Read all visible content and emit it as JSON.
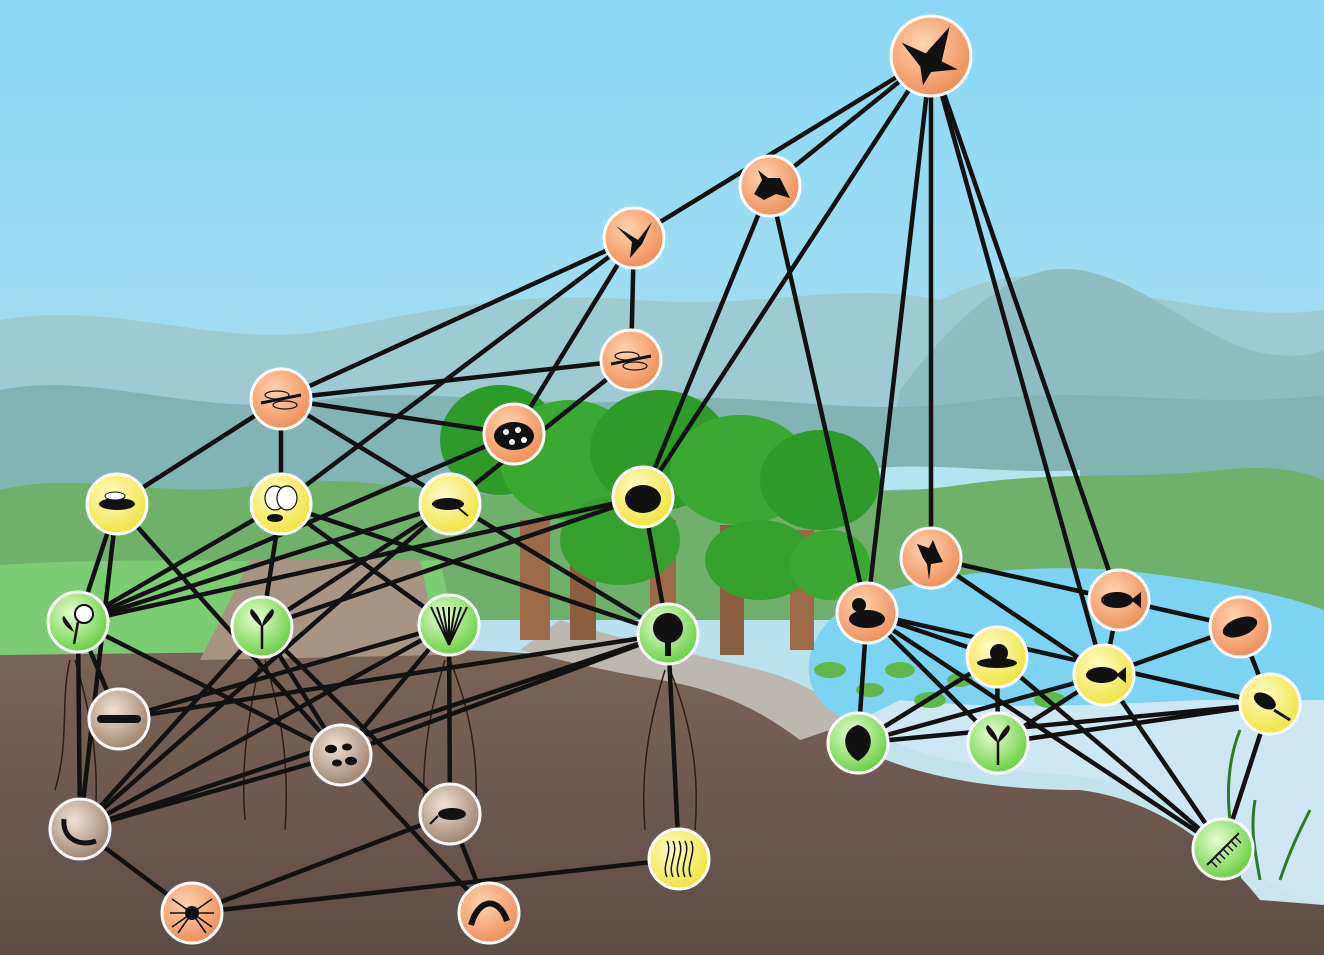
{
  "colors": {
    "predator": "#f4a06a",
    "primary_consumer": "#f6ee6a",
    "producer": "#9be07a",
    "decomposer": "#b8a08a",
    "link": "#111111",
    "sky": "#a8dcf2",
    "soil": "#6e5a50",
    "water": "#7dd3f2"
  },
  "nodes": [
    {
      "id": "eagle",
      "kind": "predator",
      "icon": "eagle-icon"
    },
    {
      "id": "fox",
      "kind": "predator",
      "icon": "fox-icon"
    },
    {
      "id": "swallow",
      "kind": "predator",
      "icon": "swallow-icon"
    },
    {
      "id": "dragonfly",
      "kind": "predator",
      "icon": "dragonfly-icon"
    },
    {
      "id": "ladybird",
      "kind": "predator",
      "icon": "ladybird-icon"
    },
    {
      "id": "lacewing",
      "kind": "predator",
      "icon": "lacewing-icon"
    },
    {
      "id": "hedgehog",
      "kind": "primary_consumer",
      "icon": "hedgehog-icon"
    },
    {
      "id": "wasp",
      "kind": "primary_consumer",
      "icon": "wasp-icon"
    },
    {
      "id": "butterfly",
      "kind": "primary_consumer",
      "icon": "butterfly-icon"
    },
    {
      "id": "grasshopper",
      "kind": "primary_consumer",
      "icon": "grasshopper-icon"
    },
    {
      "id": "flower",
      "kind": "producer",
      "icon": "flower-icon"
    },
    {
      "id": "seedling",
      "kind": "producer",
      "icon": "seedling-icon"
    },
    {
      "id": "grass",
      "kind": "producer",
      "icon": "grass-icon"
    },
    {
      "id": "tree",
      "kind": "producer",
      "icon": "tree-icon"
    },
    {
      "id": "millipede",
      "kind": "decomposer",
      "icon": "millipede-icon"
    },
    {
      "id": "microbes",
      "kind": "decomposer",
      "icon": "microbes-icon"
    },
    {
      "id": "worm",
      "kind": "decomposer",
      "icon": "worm-icon"
    },
    {
      "id": "springtail",
      "kind": "decomposer",
      "icon": "springtail-icon"
    },
    {
      "id": "fungi",
      "kind": "primary_consumer",
      "icon": "fungi-icon"
    },
    {
      "id": "spider",
      "kind": "predator",
      "icon": "spider-icon"
    },
    {
      "id": "centipede",
      "kind": "predator",
      "icon": "centipede-icon"
    },
    {
      "id": "heron",
      "kind": "predator",
      "icon": "heron-icon"
    },
    {
      "id": "duck",
      "kind": "predator",
      "icon": "duck-icon"
    },
    {
      "id": "pike",
      "kind": "predator",
      "icon": "pike-icon"
    },
    {
      "id": "water-beetle",
      "kind": "predator",
      "icon": "water-beetle-icon"
    },
    {
      "id": "snail",
      "kind": "primary_consumer",
      "icon": "snail-icon"
    },
    {
      "id": "fish",
      "kind": "primary_consumer",
      "icon": "fish-icon"
    },
    {
      "id": "tadpole",
      "kind": "primary_consumer",
      "icon": "tadpole-icon"
    },
    {
      "id": "leaf-plant",
      "kind": "producer",
      "icon": "leaf-plant-icon"
    },
    {
      "id": "water-seedling",
      "kind": "producer",
      "icon": "water-seedling-icon"
    },
    {
      "id": "pondweed",
      "kind": "producer",
      "icon": "pondweed-icon"
    }
  ],
  "links": [
    [
      "eagle",
      "fox"
    ],
    [
      "eagle",
      "swallow"
    ],
    [
      "eagle",
      "hedgehog"
    ],
    [
      "eagle",
      "heron"
    ],
    [
      "eagle",
      "duck"
    ],
    [
      "eagle",
      "pike"
    ],
    [
      "eagle",
      "fish"
    ],
    [
      "fox",
      "hedgehog"
    ],
    [
      "fox",
      "duck"
    ],
    [
      "swallow",
      "dragonfly"
    ],
    [
      "swallow",
      "lacewing"
    ],
    [
      "swallow",
      "butterfly"
    ],
    [
      "swallow",
      "ladybird"
    ],
    [
      "dragonfly",
      "lacewing"
    ],
    [
      "dragonfly",
      "grasshopper"
    ],
    [
      "lacewing",
      "wasp"
    ],
    [
      "lacewing",
      "butterfly"
    ],
    [
      "lacewing",
      "ladybird"
    ],
    [
      "lacewing",
      "tree"
    ],
    [
      "ladybird",
      "flower"
    ],
    [
      "hedgehog",
      "seedling"
    ],
    [
      "hedgehog",
      "flower"
    ],
    [
      "hedgehog",
      "tree"
    ],
    [
      "wasp",
      "flower"
    ],
    [
      "wasp",
      "worm"
    ],
    [
      "wasp",
      "microbes"
    ],
    [
      "butterfly",
      "grass"
    ],
    [
      "butterfly",
      "seedling"
    ],
    [
      "butterfly",
      "flower"
    ],
    [
      "butterfly",
      "tree"
    ],
    [
      "grasshopper",
      "seedling"
    ],
    [
      "grasshopper",
      "flower"
    ],
    [
      "grasshopper",
      "worm"
    ],
    [
      "flower",
      "millipede"
    ],
    [
      "flower",
      "worm"
    ],
    [
      "flower",
      "microbes"
    ],
    [
      "seedling",
      "worm"
    ],
    [
      "seedling",
      "microbes"
    ],
    [
      "seedling",
      "springtail"
    ],
    [
      "grass",
      "worm"
    ],
    [
      "grass",
      "millipede"
    ],
    [
      "grass",
      "microbes"
    ],
    [
      "grass",
      "springtail"
    ],
    [
      "tree",
      "fungi"
    ],
    [
      "tree",
      "millipede"
    ],
    [
      "tree",
      "worm"
    ],
    [
      "tree",
      "microbes"
    ],
    [
      "worm",
      "spider"
    ],
    [
      "worm",
      "microbes"
    ],
    [
      "spider",
      "springtail"
    ],
    [
      "spider",
      "fungi"
    ],
    [
      "springtail",
      "centipede"
    ],
    [
      "centipede",
      "microbes"
    ],
    [
      "heron",
      "fish"
    ],
    [
      "heron",
      "pike"
    ],
    [
      "duck",
      "snail"
    ],
    [
      "duck",
      "leaf-plant"
    ],
    [
      "duck",
      "water-seedling"
    ],
    [
      "duck",
      "pondweed"
    ],
    [
      "duck",
      "tadpole"
    ],
    [
      "pike",
      "fish"
    ],
    [
      "pike",
      "water-beetle"
    ],
    [
      "water-beetle",
      "tadpole"
    ],
    [
      "water-beetle",
      "fish"
    ],
    [
      "snail",
      "leaf-plant"
    ],
    [
      "snail",
      "water-seedling"
    ],
    [
      "snail",
      "pondweed"
    ],
    [
      "fish",
      "leaf-plant"
    ],
    [
      "fish",
      "water-seedling"
    ],
    [
      "fish",
      "pondweed"
    ],
    [
      "tadpole",
      "water-seedling"
    ],
    [
      "tadpole",
      "pondweed"
    ],
    [
      "tadpole",
      "leaf-plant"
    ]
  ]
}
